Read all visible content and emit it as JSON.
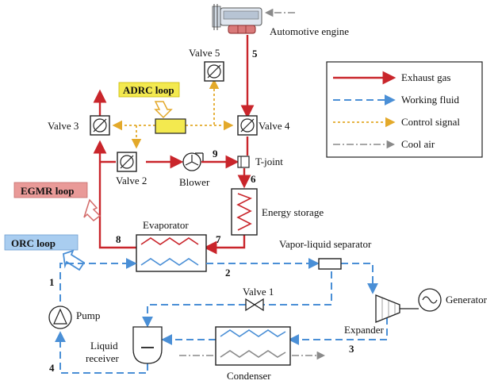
{
  "components": {
    "engine": "Automotive engine",
    "valve5": "Valve 5",
    "valve4": "Valve 4",
    "valve3": "Valve 3",
    "valve2": "Valve 2",
    "valve1": "Valve 1",
    "blower": "Blower",
    "tjoint": "T-joint",
    "energy_storage": "Energy storage",
    "evaporator": "Evaporator",
    "separator": "Vapor-liquid separator",
    "generator": "Generator",
    "expander": "Expander",
    "pump": "Pump",
    "receiver_line1": "Liquid",
    "receiver_line2": "receiver",
    "condenser": "Condenser"
  },
  "loops": {
    "adrc": "ADRC loop",
    "egmr": "EGMR loop",
    "orc": "ORC loop"
  },
  "state_points": {
    "p1": "1",
    "p2": "2",
    "p3": "3",
    "p4": "4",
    "p5": "5",
    "p6": "6",
    "p7": "7",
    "p8": "8",
    "p9": "9"
  },
  "legend": {
    "exhaust": "Exhaust gas",
    "working_fluid": "Working fluid",
    "control": "Control signal",
    "cool_air": "Cool air"
  },
  "colors": {
    "exhaust": "#c9252b",
    "working_fluid": "#4a8fd6",
    "control": "#e3a92a",
    "cool_air": "#8a8a8a",
    "adrc_fill": "#f3e94f",
    "egmr_fill": "#e99a98",
    "orc_fill": "#a9cdf0"
  }
}
